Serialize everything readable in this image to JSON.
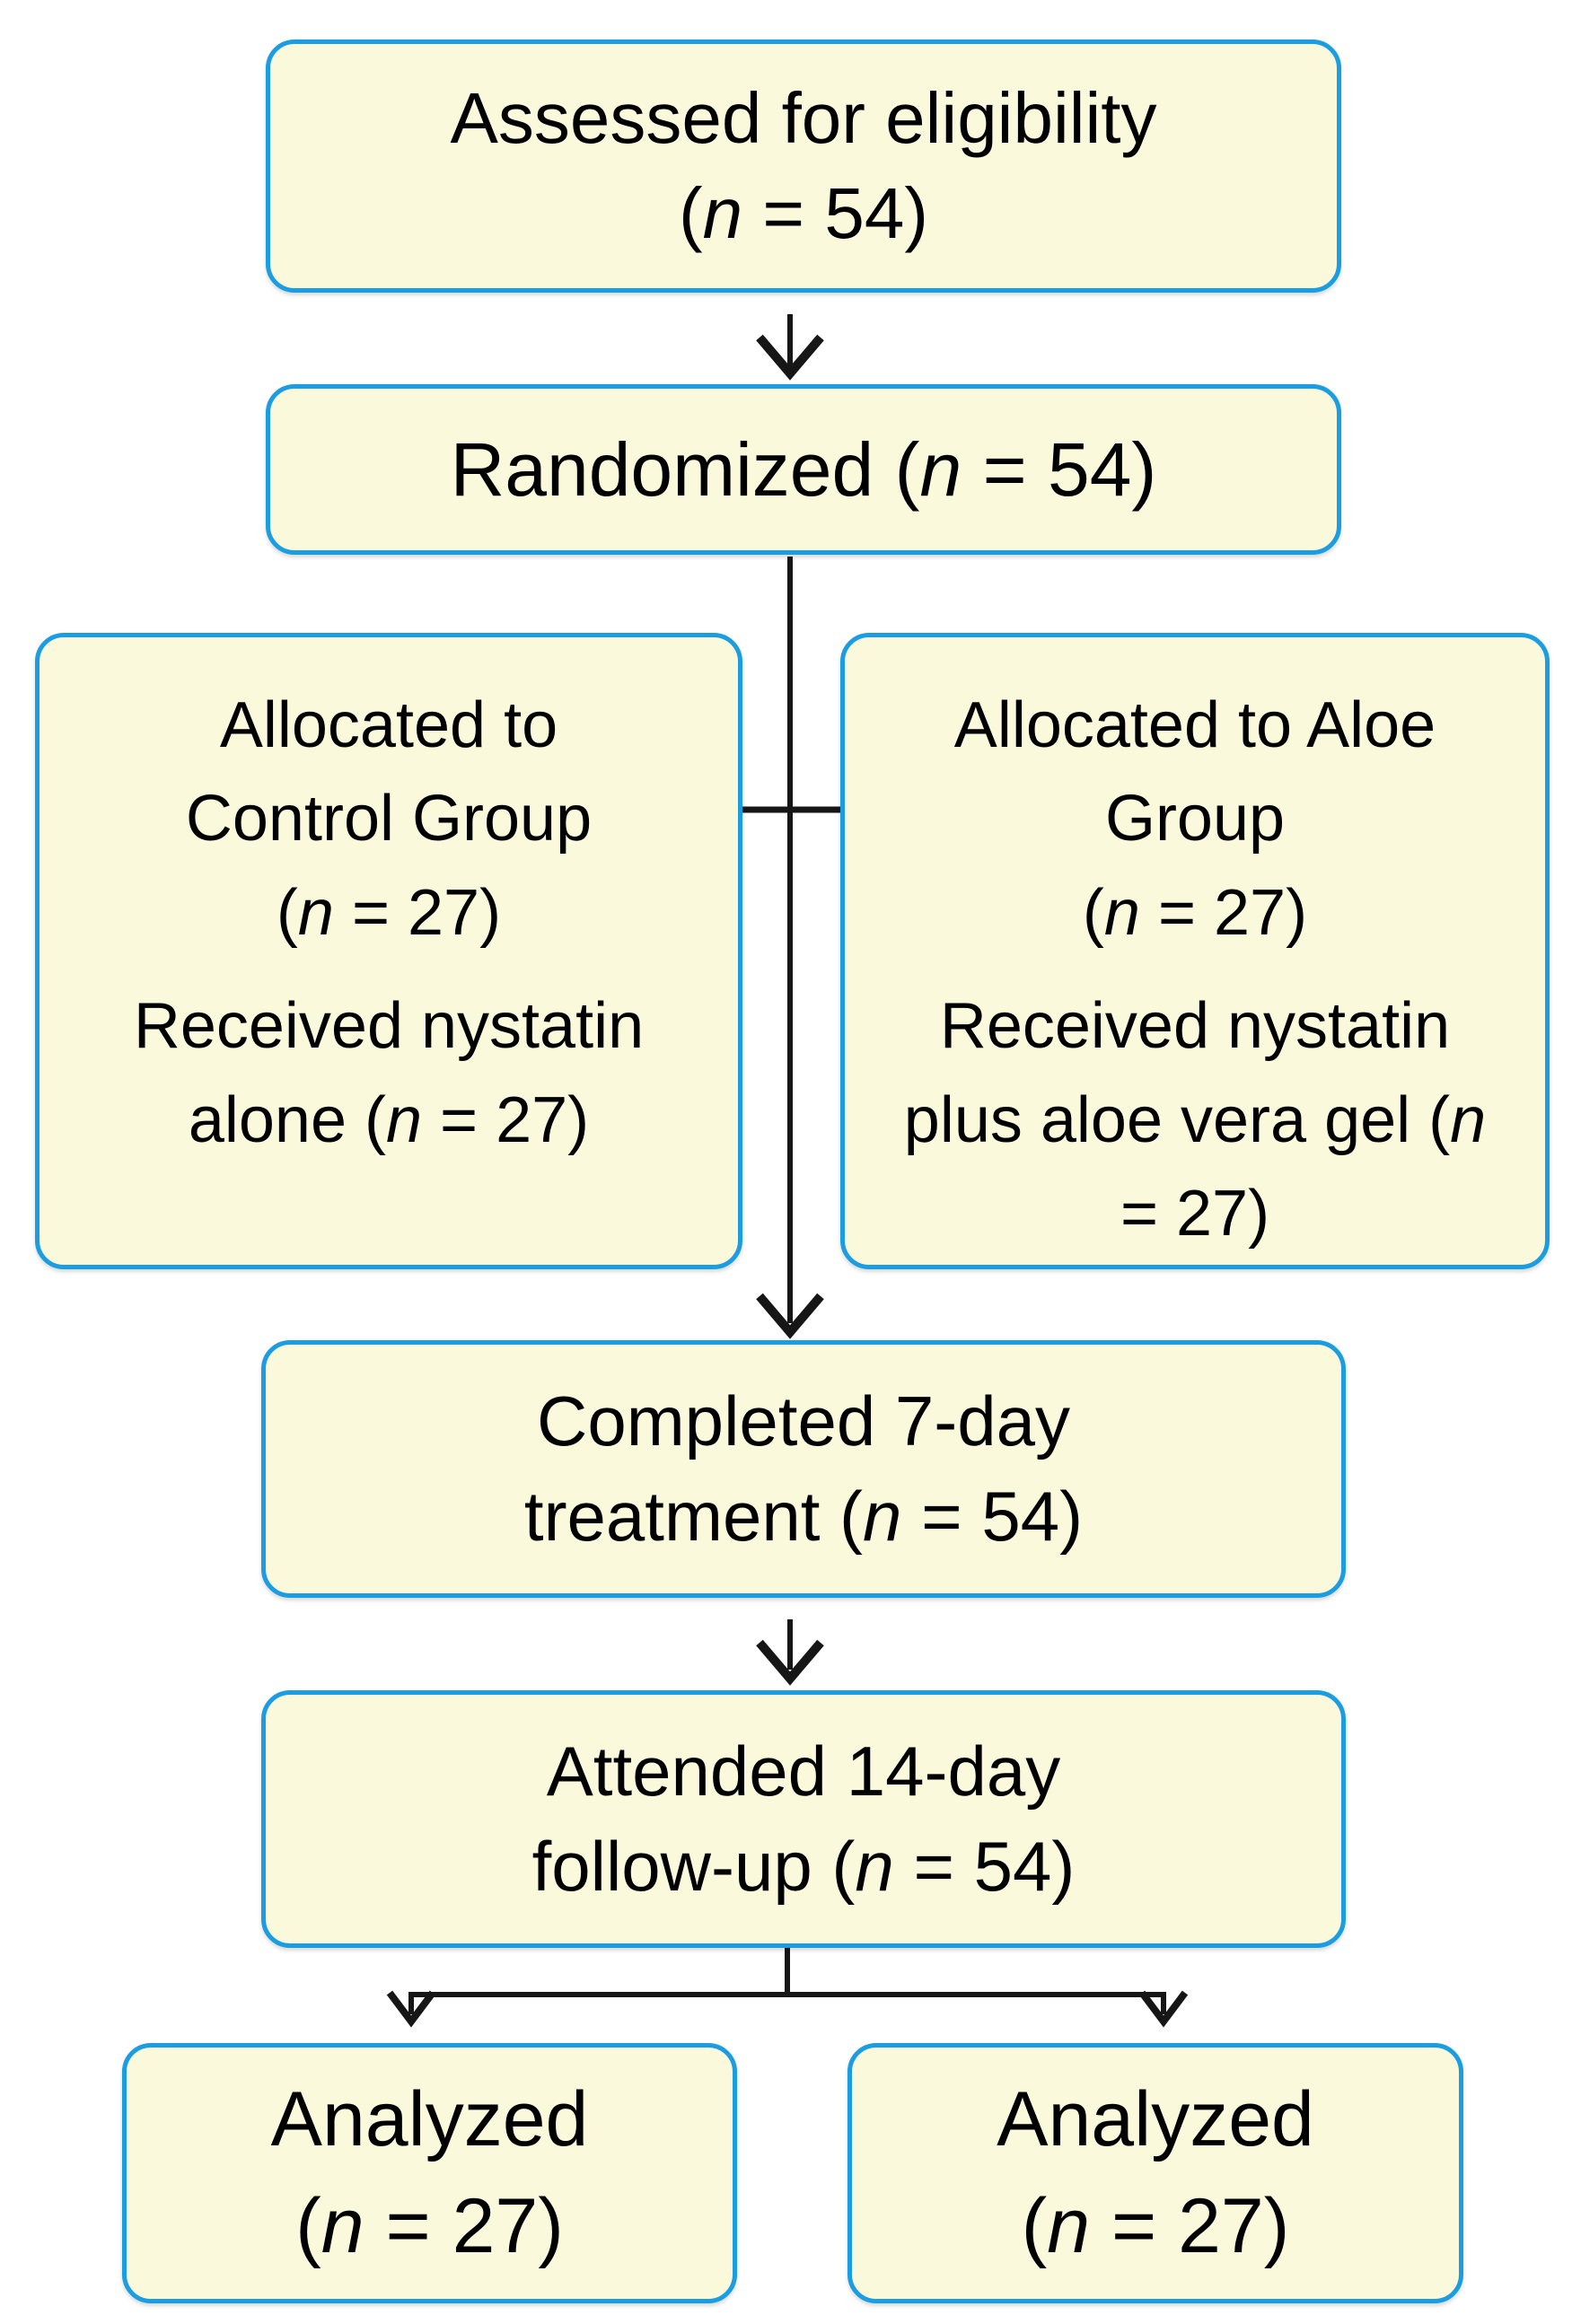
{
  "colors": {
    "page_bg": "#ffffff",
    "box_fill": "#fbf9dc",
    "box_border": "#1b9de2",
    "line_color": "#161616",
    "text_color": "#000000"
  },
  "nodes": {
    "assessed": {
      "lines": [
        {
          "pre": "Assessed for eligibility"
        },
        {
          "pre": "(",
          "it": "n",
          "post": " = 54)"
        }
      ]
    },
    "randomized": {
      "lines": [
        {
          "pre": "Randomized (",
          "it": "n",
          "post": " = 54)"
        }
      ]
    },
    "control": {
      "lines": [
        {
          "pre": "Allocated to"
        },
        {
          "pre": "Control Group"
        },
        {
          "pre": "(",
          "it": "n",
          "post": " = 27)"
        }
      ],
      "lines2": [
        {
          "pre": "Received nystatin"
        },
        {
          "pre": "alone (",
          "it": "n",
          "post": " = 27)"
        }
      ]
    },
    "aloe": {
      "lines": [
        {
          "pre": "Allocated to Aloe"
        },
        {
          "pre": "Group"
        },
        {
          "pre": "(",
          "it": "n",
          "post": " = 27)"
        }
      ],
      "lines2": [
        {
          "pre": "Received nystatin"
        },
        {
          "pre": "plus aloe vera gel (",
          "it": "n"
        },
        {
          "pre": "= 27)"
        }
      ]
    },
    "completed": {
      "lines": [
        {
          "pre": "Completed 7-day"
        },
        {
          "pre": "treatment (",
          "it": "n",
          "post": " = 54)"
        }
      ]
    },
    "attended": {
      "lines": [
        {
          "pre": "Attended 14-day"
        },
        {
          "pre": "follow-up (",
          "it": "n",
          "post": " = 54)"
        }
      ]
    },
    "analyzed_left": {
      "lines": [
        {
          "pre": "Analyzed"
        },
        {
          "pre": "(",
          "it": "n",
          "post": " = 27)"
        }
      ]
    },
    "analyzed_right": {
      "lines": [
        {
          "pre": "Analyzed"
        },
        {
          "pre": "(",
          "it": "n",
          "post": " = 27)"
        }
      ]
    }
  }
}
